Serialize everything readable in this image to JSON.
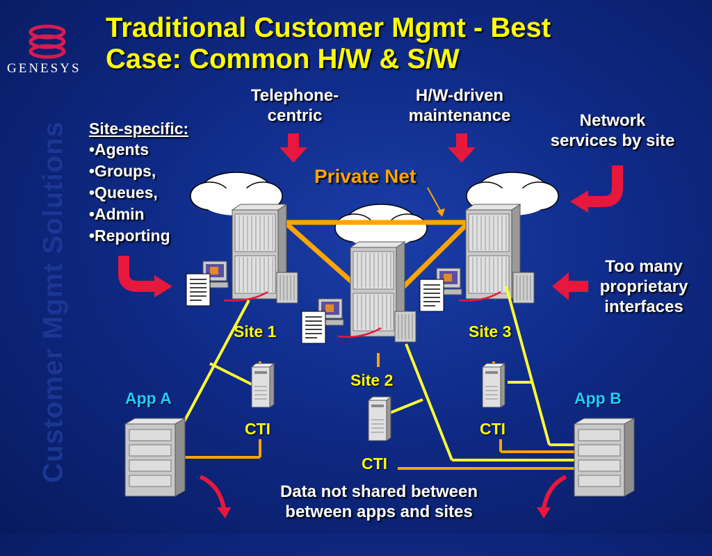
{
  "title_line1": "Traditional Customer Mgmt - Best",
  "title_line2": "Case: Common H/W & S/W",
  "logo": {
    "text": "GENESYS"
  },
  "side_label": "Customer Mgmt Solutions",
  "site_specific": {
    "heading": "Site-specific:",
    "items": [
      "•Agents",
      "•Groups,",
      "•Queues,",
      "•Admin",
      "•Reporting"
    ]
  },
  "callouts": {
    "telephone_line1": "Telephone-",
    "telephone_line2": "centric",
    "hw_line1": "H/W-driven",
    "hw_line2": "maintenance",
    "network_line1": "Network",
    "network_line2": "services by site",
    "proprietary_line1": "Too many",
    "proprietary_line2": "proprietary",
    "proprietary_line3": "interfaces",
    "data_line1": "Data not shared between",
    "data_line2": "between apps and sites"
  },
  "private_net": "Private Net",
  "sites": {
    "site1": "Site 1",
    "site2": "Site 2",
    "site3": "Site 3"
  },
  "cti": {
    "cti1": "CTI",
    "cti2": "CTI",
    "cti3": "CTI"
  },
  "apps": {
    "app_a": "App A",
    "app_b": "App B"
  },
  "colors": {
    "title": "#ffff00",
    "private_net": "#ffa500",
    "arrow": "#e8173c",
    "app_label": "#22ccff",
    "line_yellow": "#ffff33",
    "line_orange": "#ffa500"
  }
}
